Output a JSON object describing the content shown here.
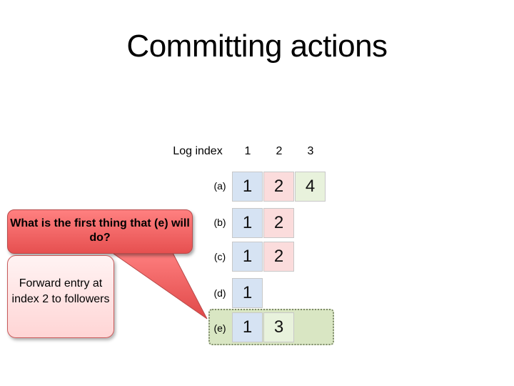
{
  "title": "Committing actions",
  "log_index": {
    "label": "Log index",
    "indices": [
      "1",
      "2",
      "3"
    ]
  },
  "rows": [
    {
      "label": "(a)",
      "entries": [
        "1",
        "2",
        "4"
      ]
    },
    {
      "label": "(b)",
      "entries": [
        "1",
        "2"
      ]
    },
    {
      "label": "(c)",
      "entries": [
        "1",
        "2"
      ]
    },
    {
      "label": "(d)",
      "entries": [
        "1"
      ]
    },
    {
      "label": "(e)",
      "entries": [
        "1",
        "3"
      ]
    }
  ],
  "callout": {
    "question": "What is the first thing that (e) will do?",
    "answer": "Forward entry at index 2 to followers"
  },
  "colors": {
    "term1": "#d6e3f3",
    "term2": "#fbdcdc",
    "term3": "#e8f2dc",
    "term4": "#e8f2dc",
    "highlight": "#d9e6c3",
    "callout_red": "#e65050",
    "callout_pink": "#ffd5d5"
  }
}
